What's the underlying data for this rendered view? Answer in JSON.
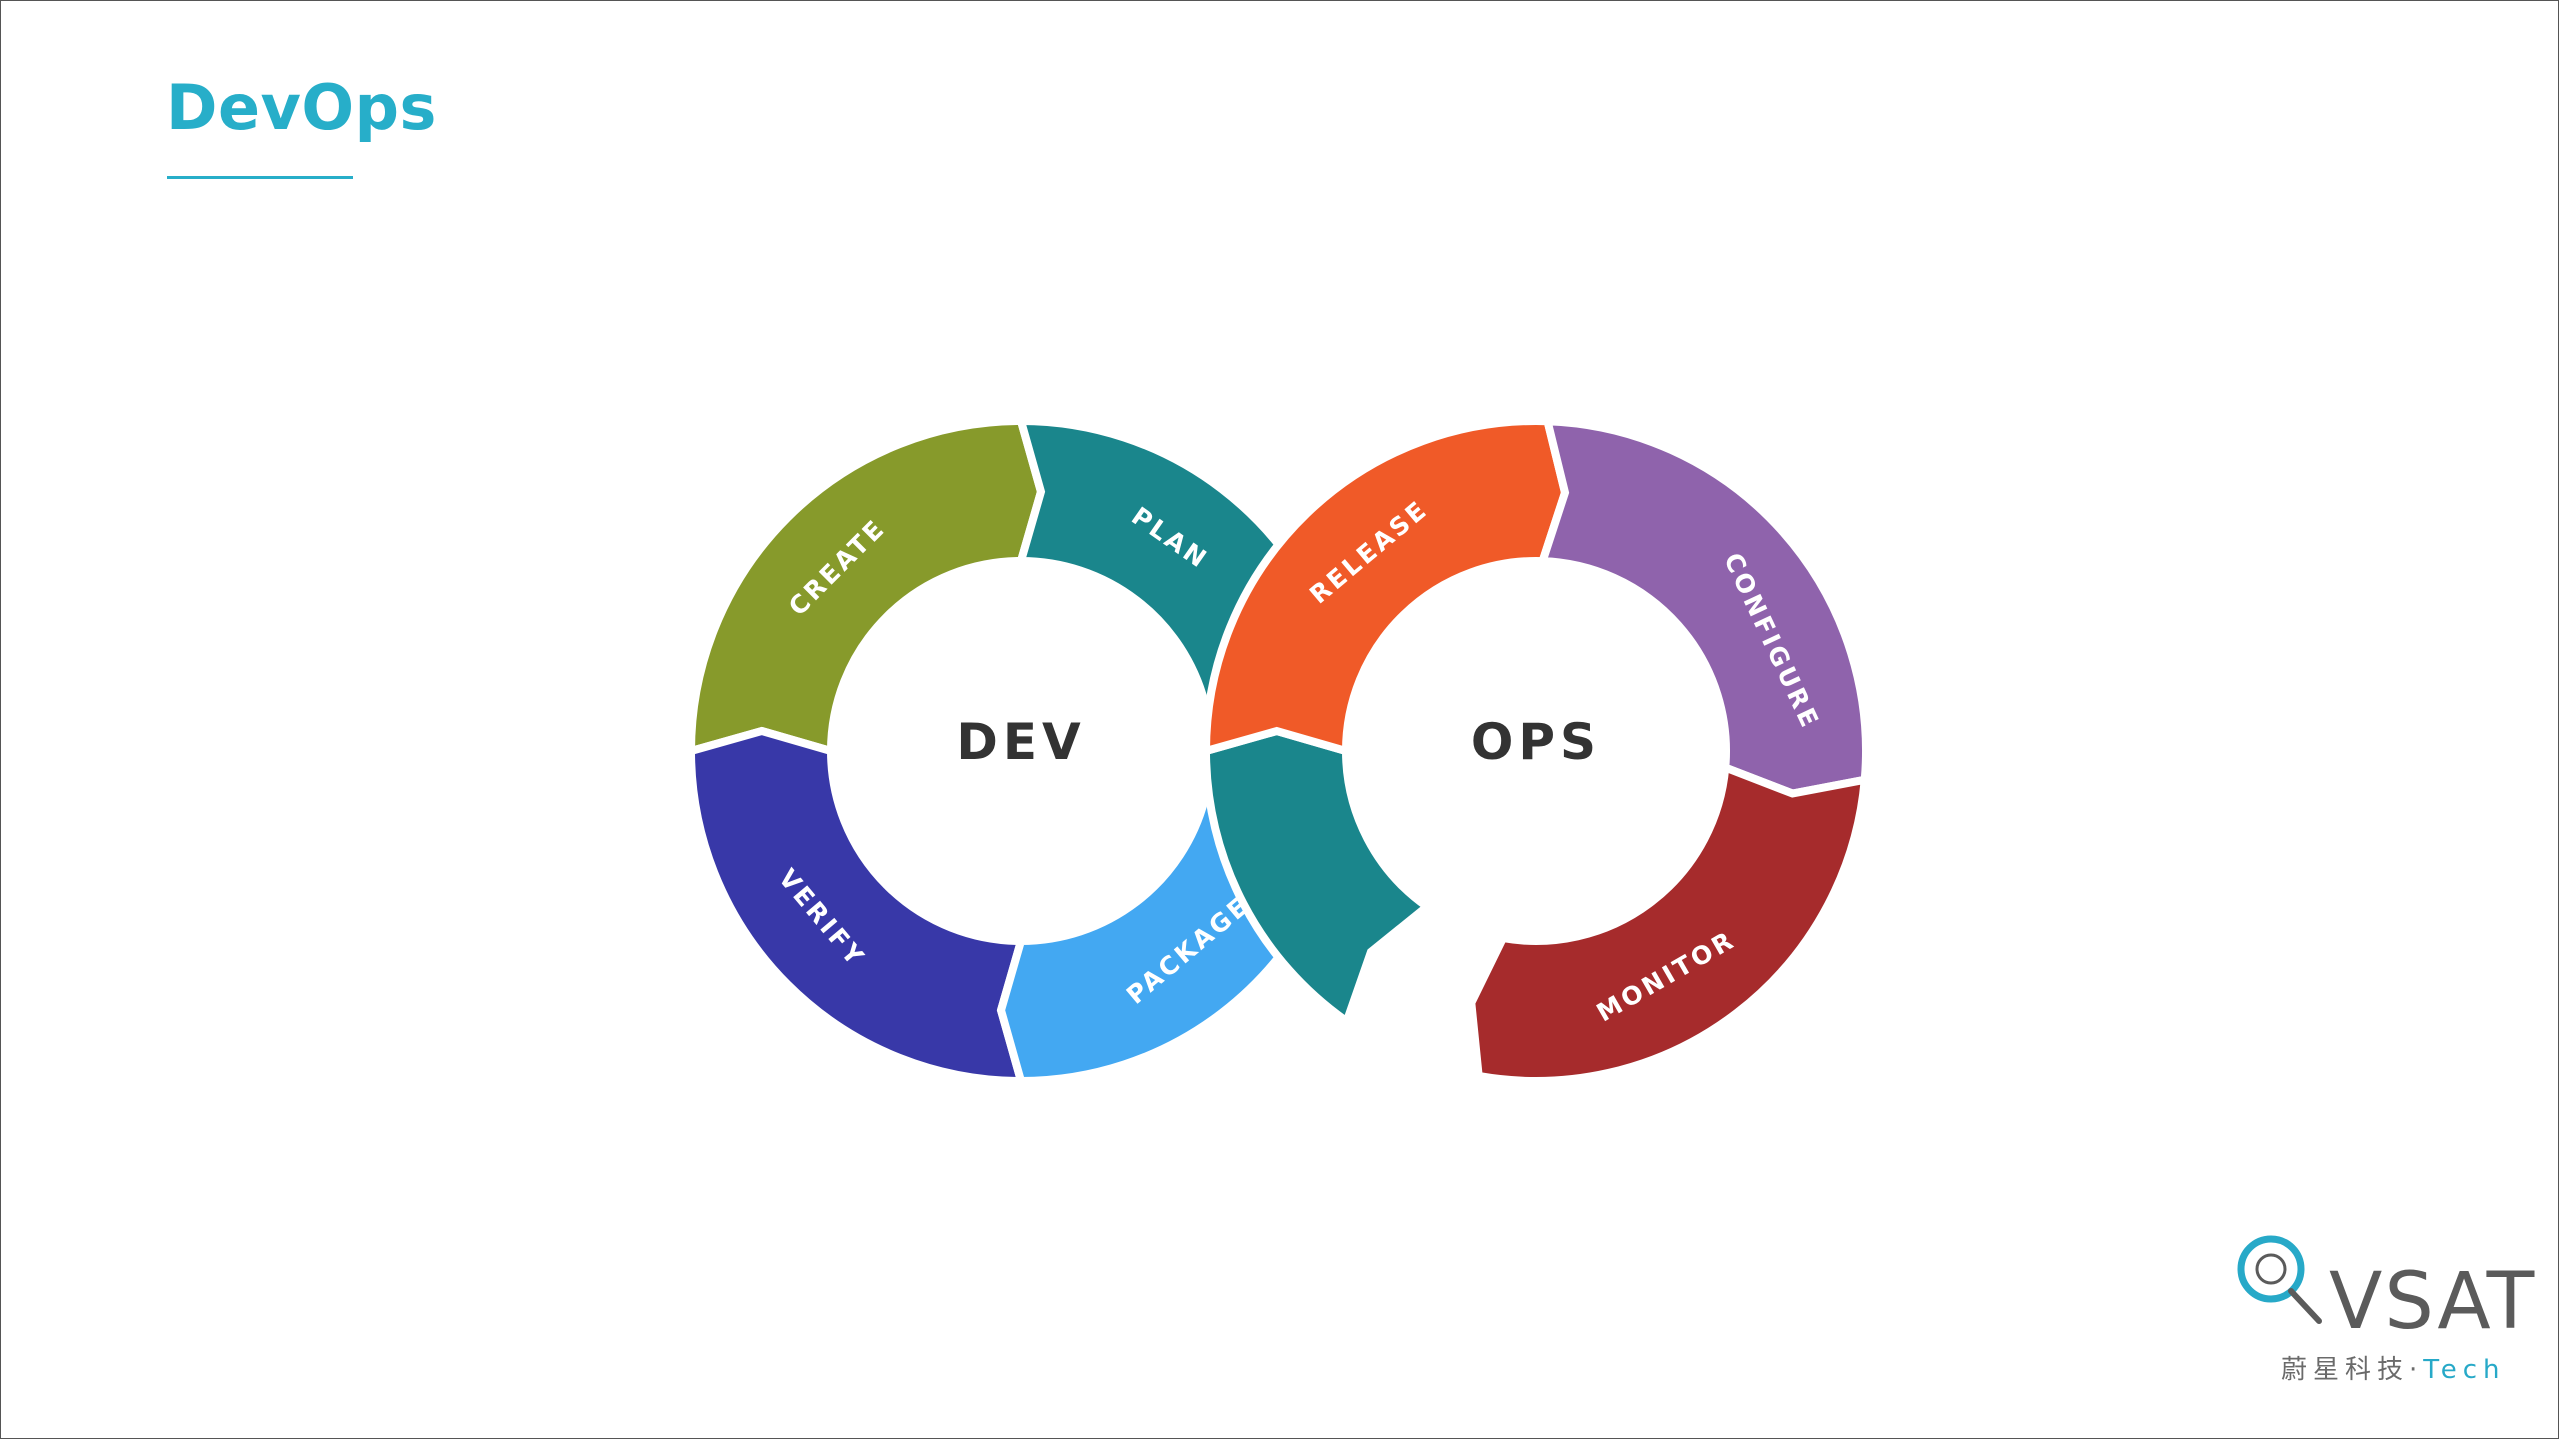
{
  "slide": {
    "title": "DevOps"
  },
  "colors": {
    "accent": "#27aec9",
    "create": "#879a2b",
    "plan": "#1a868c",
    "verify": "#3838a8",
    "package": "#43a8f2",
    "release": "#f05a28",
    "configure": "#8f63ac",
    "monitor": "#a62b2c",
    "ops_lower": "#1a868c",
    "center_text": "#333333",
    "gap": "#ffffff"
  },
  "diagram": {
    "dev_label": "DEV",
    "ops_label": "OPS",
    "segments": {
      "create": "CREATE",
      "plan": "PLAN",
      "verify": "VERIFY",
      "package": "PACKAGE",
      "release": "RELEASE",
      "configure": "CONFIGURE",
      "monitor": "MONITOR"
    }
  },
  "logo": {
    "brand": "VSAT",
    "subtitle_cn": "蔚星科技",
    "subtitle_sep": "·",
    "subtitle_en": "Tech",
    "icon": "q-ring-logo-icon"
  }
}
